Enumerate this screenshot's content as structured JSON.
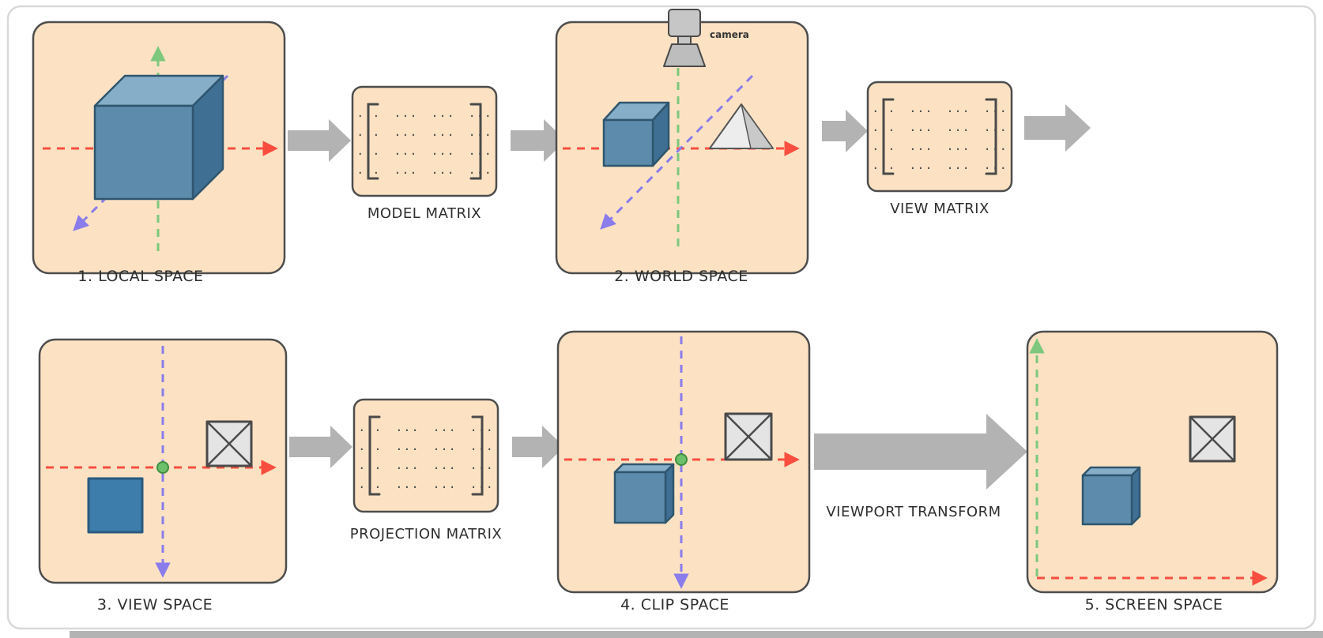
{
  "diagram": {
    "stages": [
      {
        "label": "1. LOCAL SPACE"
      },
      {
        "label": "2. WORLD SPACE"
      },
      {
        "label": "3. VIEW SPACE"
      },
      {
        "label": "4. CLIP SPACE"
      },
      {
        "label": "5. SCREEN SPACE"
      }
    ],
    "matrices": [
      {
        "label": "MODEL MATRIX"
      },
      {
        "label": "VIEW MATRIX"
      },
      {
        "label": "PROJECTION MATRIX"
      }
    ],
    "viewport_transform_label": "VIEWPORT TRANSFORM",
    "camera_label": "camera",
    "matrix_row": "···  ···  ···  ···",
    "colors": {
      "panel_fill": "#fce2c3",
      "panel_border": "#4d4d4d",
      "flow_arrow": "#b3b3b3",
      "x_axis_red": "#f94e3f",
      "y_axis_green": "#7dc87d",
      "z_axis_purple": "#8a7ceb",
      "object_blue": "#3c7dab",
      "neutral_object_gray": "#e4e4e4",
      "frame_border": "#d9d9d9"
    }
  }
}
